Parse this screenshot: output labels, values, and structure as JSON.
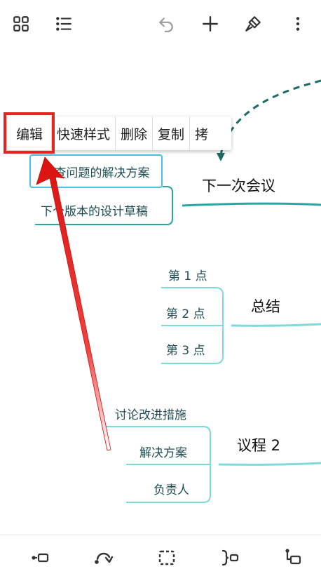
{
  "toolbar": {
    "icons": [
      "grid-icon",
      "list-icon",
      "undo-icon",
      "add-icon",
      "brush-icon",
      "more-vertical-icon"
    ]
  },
  "context_menu": {
    "items": [
      "编辑",
      "快速样式",
      "删除",
      "复制",
      "拷"
    ]
  },
  "mindmap": {
    "topics": {
      "next_meeting": "下一次会议",
      "summary": "总结",
      "agenda2": "议程 2"
    },
    "nodes": {
      "review_solution": "审查问题的解决方案",
      "next_version_draft": "下个版本的设计草稿",
      "point1": "第 1 点",
      "point2": "第 2 点",
      "point3": "第 3 点",
      "discuss_improve": "讨论改进措施",
      "solution": "解决方案",
      "owner": "负责人"
    }
  },
  "colors": {
    "branch_teal": "#2aa6a2",
    "branch_light": "#7fd9d9",
    "dashed_link": "#1d6a66",
    "highlight_red": "#e52520",
    "selection_blue": "#4cc0de"
  },
  "bottombar": {
    "icons": [
      "insert-sibling-icon",
      "rotate-icon",
      "select-area-icon",
      "summary-icon",
      "insert-child-icon"
    ]
  }
}
